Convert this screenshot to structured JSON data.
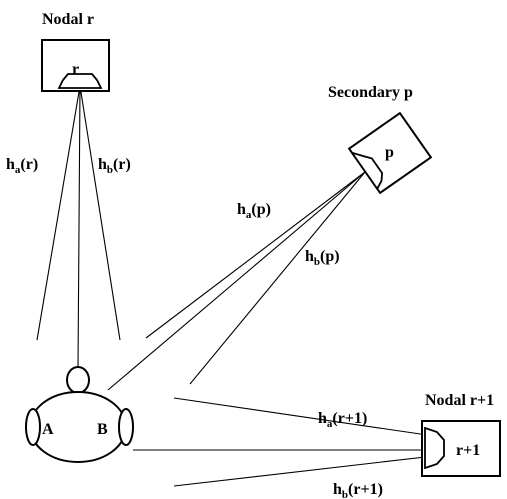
{
  "nodes": {
    "nodal_r": {
      "title": "Nodal r",
      "inner": "r"
    },
    "secondary_p": {
      "title": "Secondary p",
      "inner": "p"
    },
    "nodal_r1": {
      "title": "Nodal r+1",
      "inner": "r+1"
    }
  },
  "head": {
    "left_ear": "A",
    "right_ear": "B"
  },
  "paths": {
    "r_a": {
      "h": "h",
      "sub": "a",
      "arg": "(r)"
    },
    "r_b": {
      "h": "h",
      "sub": "b",
      "arg": "(r)"
    },
    "p_a": {
      "h": "h",
      "sub": "a",
      "arg": "(p)"
    },
    "p_b": {
      "h": "h",
      "sub": "b",
      "arg": "(p)"
    },
    "r1_a": {
      "h": "h",
      "sub": "a",
      "arg": "(r+1)"
    },
    "r1_b": {
      "h": "h",
      "sub": "b",
      "arg": "(r+1)"
    }
  }
}
